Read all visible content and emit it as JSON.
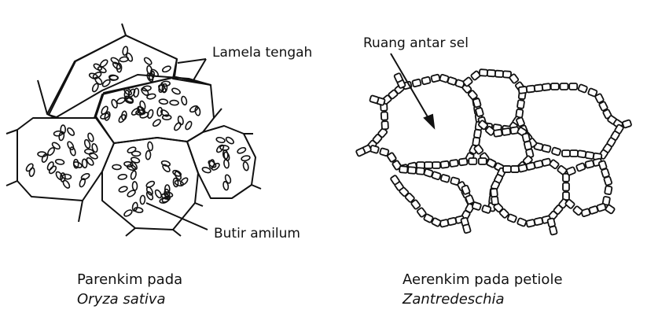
{
  "left_figure": {
    "labels": {
      "middle_lamella": "Lamela tengah",
      "starch_grains": "Butir amilum"
    },
    "caption_line1": "Parenkim pada",
    "caption_line2": "Oryza sativa"
  },
  "right_figure": {
    "labels": {
      "intercellular_space": "Ruang antar sel"
    },
    "caption_line1": "Aerenkim pada petiole",
    "caption_line2": "Zantredeschia"
  },
  "colors": {
    "ink": "#111111",
    "background": "#ffffff"
  }
}
